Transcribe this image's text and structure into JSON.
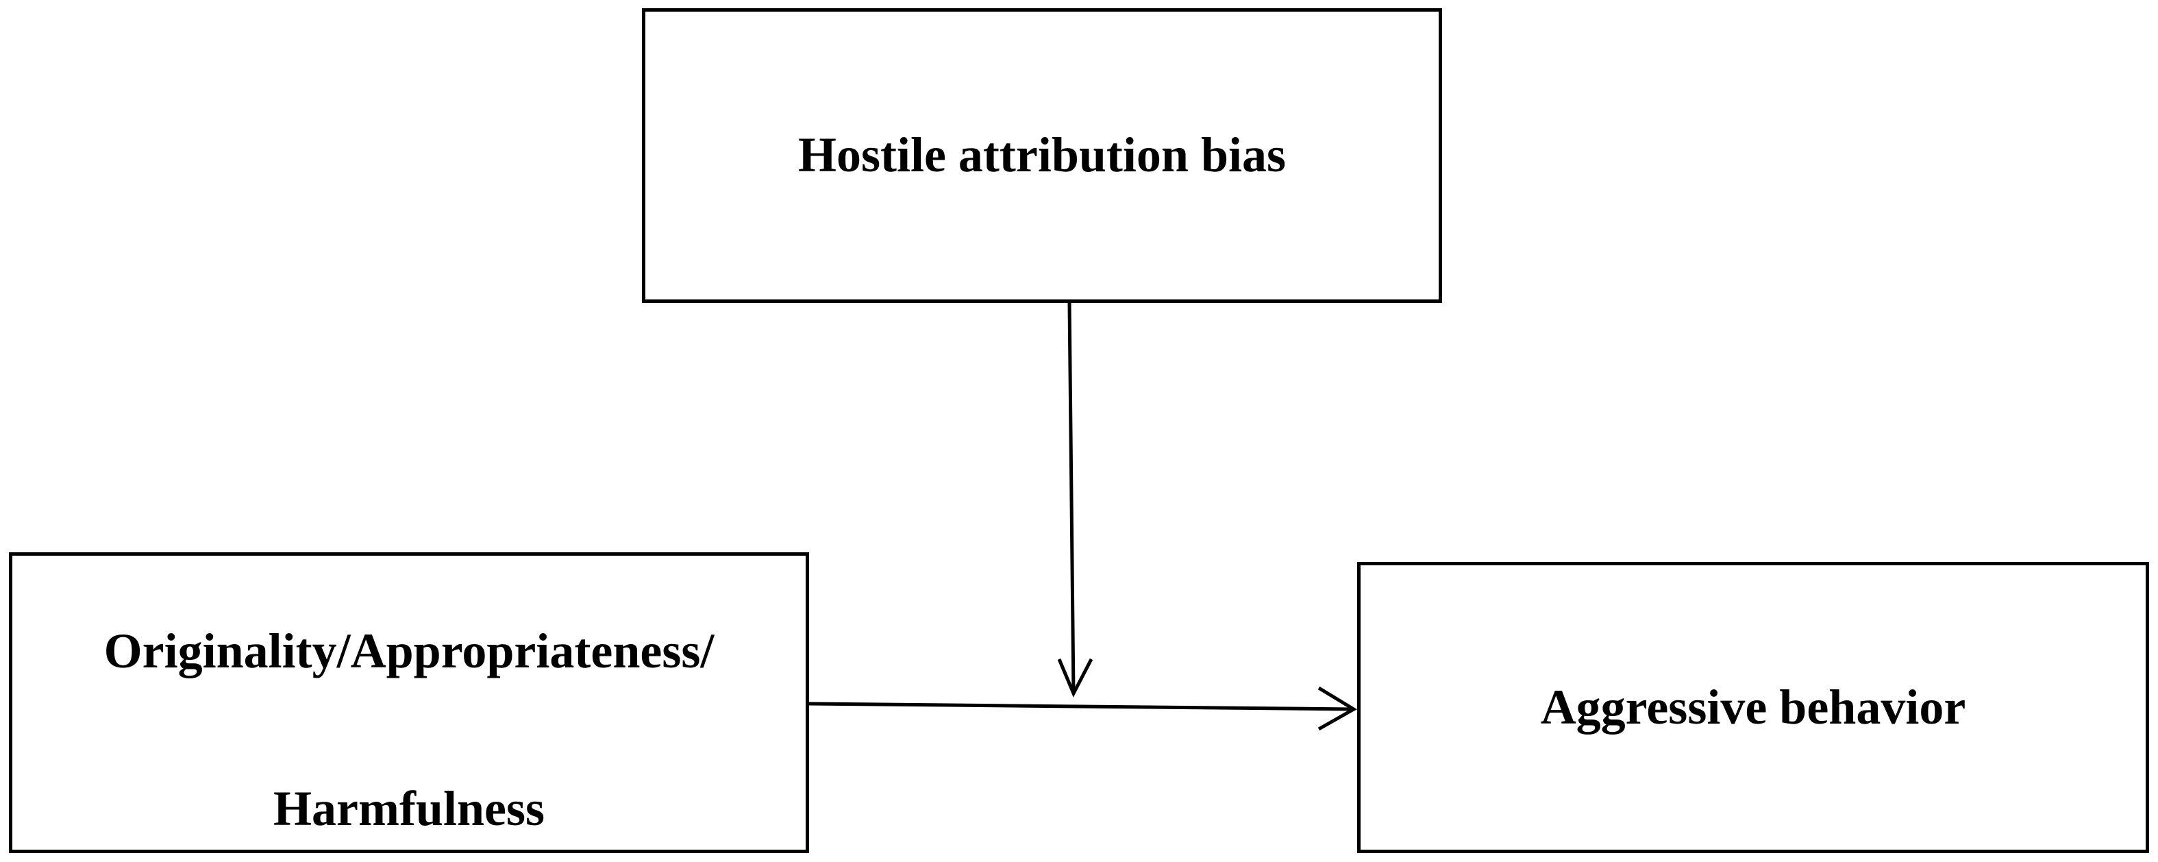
{
  "nodes": {
    "moderator": {
      "label": "Hostile attribution bias"
    },
    "predictor": {
      "label_line1": "Originality/Appropriateness/",
      "label_line2": "Harmfulness"
    },
    "outcome": {
      "label": "Aggressive behavior"
    }
  },
  "edges": [
    {
      "from": "predictor",
      "to": "outcome",
      "kind": "direct-effect"
    },
    {
      "from": "moderator",
      "to": "predictor-outcome path",
      "kind": "moderation"
    }
  ],
  "colors": {
    "stroke": "#000000",
    "background": "#ffffff"
  }
}
